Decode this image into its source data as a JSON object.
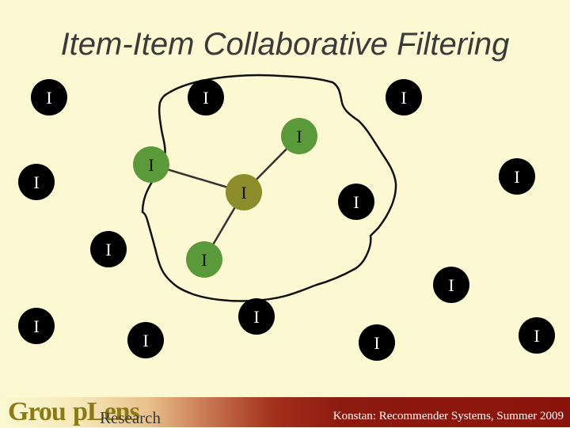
{
  "title": "Item-Item Collaborative Filtering",
  "node_label": "I",
  "footer": "Konstan: Recommender Systems, Summer 2009",
  "logo": {
    "group_text": "Grou",
    "lens_text": "pLens",
    "research_text": "Research"
  },
  "colors": {
    "background": "#fbf8d2",
    "black_node": "#000000",
    "green_node": "#5a9a3a",
    "center_node": "#8c8c2a",
    "footer_dark": "#8a140b"
  },
  "nodes": [
    {
      "id": "n1",
      "kind": "black"
    },
    {
      "id": "n2",
      "kind": "black"
    },
    {
      "id": "n3",
      "kind": "black"
    },
    {
      "id": "n4",
      "kind": "green"
    },
    {
      "id": "n5",
      "kind": "green"
    },
    {
      "id": "n6",
      "kind": "black"
    },
    {
      "id": "n7",
      "kind": "black"
    },
    {
      "id": "n8",
      "kind": "center"
    },
    {
      "id": "n9",
      "kind": "black"
    },
    {
      "id": "n10",
      "kind": "black"
    },
    {
      "id": "n11",
      "kind": "green"
    },
    {
      "id": "n12",
      "kind": "black"
    },
    {
      "id": "n13",
      "kind": "black"
    },
    {
      "id": "n14",
      "kind": "black"
    },
    {
      "id": "n15",
      "kind": "black"
    },
    {
      "id": "n16",
      "kind": "black"
    },
    {
      "id": "n17",
      "kind": "black"
    }
  ],
  "edges": [
    [
      "n8",
      "n5"
    ],
    [
      "n8",
      "n4"
    ],
    [
      "n8",
      "n11"
    ]
  ]
}
